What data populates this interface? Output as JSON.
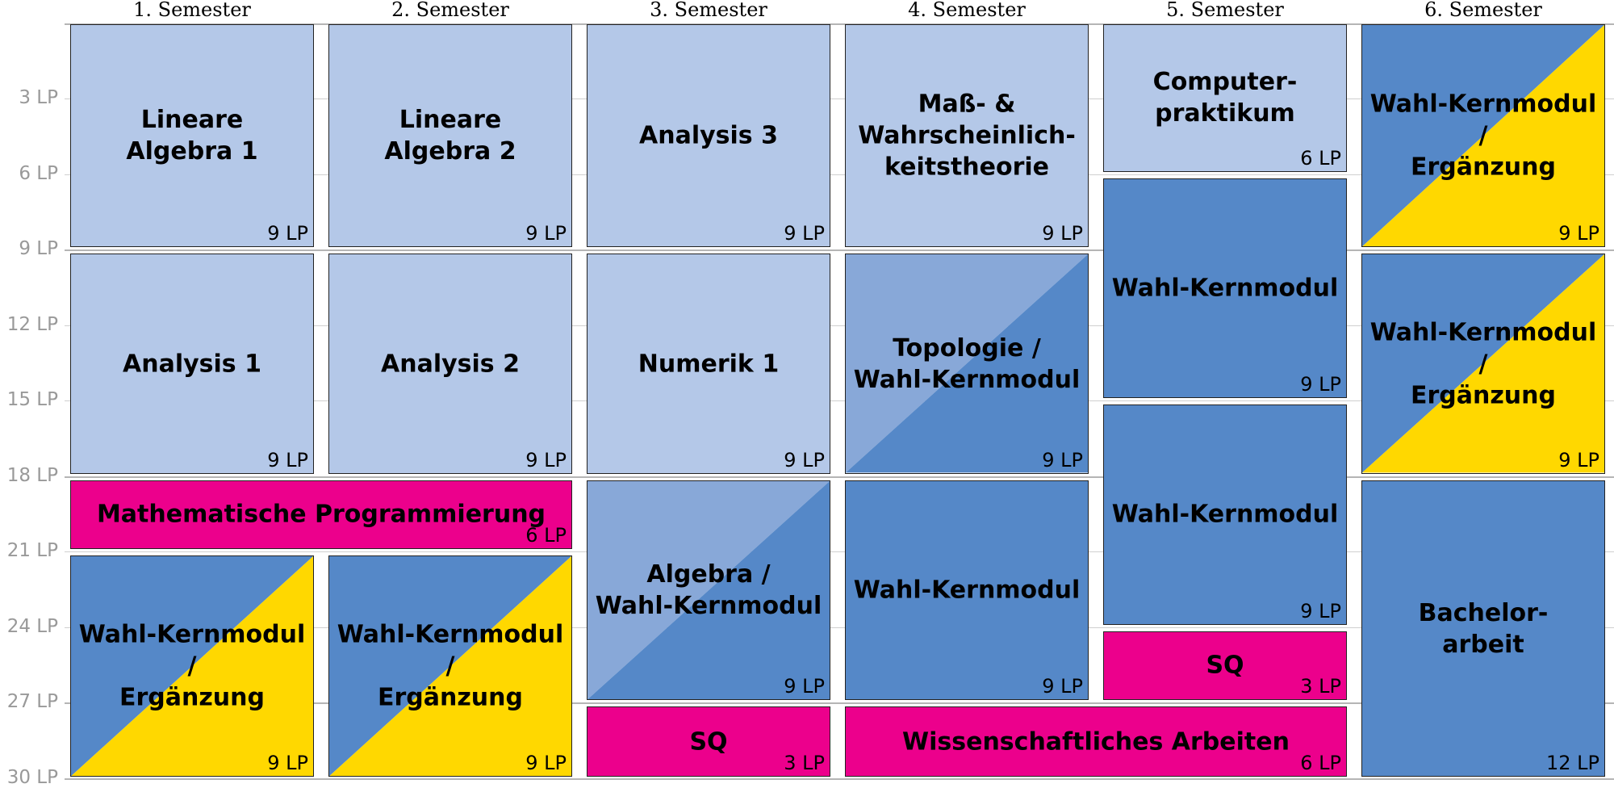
{
  "semesters": [
    "1. Semester",
    "2. Semester",
    "3. Semester",
    "4. Semester",
    "5. Semester",
    "6. Semester"
  ],
  "axis": [
    "3 LP",
    "6 LP",
    "9 LP",
    "12 LP",
    "15 LP",
    "18 LP",
    "21 LP",
    "24 LP",
    "27 LP",
    "30 LP"
  ],
  "colors": {
    "core": "#b4c8e8",
    "wahl": "#5588c8",
    "wahl_light": "#88a8d8",
    "ergaenzung": "#ffd800",
    "sq": "#ec008c"
  },
  "modules": [
    {
      "sem": 1,
      "span": 1,
      "start": 0,
      "lp": 9,
      "style": "core",
      "title": [
        "Lineare",
        "Algebra 1"
      ],
      "lp_label": "9 LP"
    },
    {
      "sem": 1,
      "span": 1,
      "start": 9,
      "lp": 9,
      "style": "core",
      "title": [
        "Analysis 1"
      ],
      "lp_label": "9 LP"
    },
    {
      "sem": 1,
      "span": 2,
      "start": 18,
      "lp": 3,
      "style": "sq",
      "title": [
        "Mathematische Programmierung"
      ],
      "lp_label": "6 LP"
    },
    {
      "sem": 1,
      "span": 1,
      "start": 21,
      "lp": 9,
      "style": "wahl-erg",
      "title": [
        "Wahl-Kernmodul /",
        "Ergänzung"
      ],
      "lp_label": "9 LP"
    },
    {
      "sem": 2,
      "span": 1,
      "start": 0,
      "lp": 9,
      "style": "core",
      "title": [
        "Lineare",
        "Algebra 2"
      ],
      "lp_label": "9 LP"
    },
    {
      "sem": 2,
      "span": 1,
      "start": 9,
      "lp": 9,
      "style": "core",
      "title": [
        "Analysis 2"
      ],
      "lp_label": "9 LP"
    },
    {
      "sem": 2,
      "span": 1,
      "start": 21,
      "lp": 9,
      "style": "wahl-erg",
      "title": [
        "Wahl-Kernmodul /",
        "Ergänzung"
      ],
      "lp_label": "9 LP"
    },
    {
      "sem": 3,
      "span": 1,
      "start": 0,
      "lp": 9,
      "style": "core",
      "title": [
        "Analysis 3"
      ],
      "lp_label": "9 LP"
    },
    {
      "sem": 3,
      "span": 1,
      "start": 9,
      "lp": 9,
      "style": "core",
      "title": [
        "Numerik 1"
      ],
      "lp_label": "9 LP"
    },
    {
      "sem": 3,
      "span": 1,
      "start": 18,
      "lp": 9,
      "style": "wahl-light",
      "title": [
        "Algebra /",
        "Wahl-Kernmodul"
      ],
      "lp_label": "9 LP"
    },
    {
      "sem": 3,
      "span": 1,
      "start": 27,
      "lp": 3,
      "style": "sq",
      "title": [
        "SQ"
      ],
      "lp_label": "3 LP"
    },
    {
      "sem": 4,
      "span": 1,
      "start": 0,
      "lp": 9,
      "style": "core",
      "title": [
        "Maß- &",
        "Wahrscheinlich-",
        "keitstheorie"
      ],
      "lp_label": "9 LP"
    },
    {
      "sem": 4,
      "span": 1,
      "start": 9,
      "lp": 9,
      "style": "wahl-light",
      "title": [
        "Topologie /",
        "Wahl-Kernmodul"
      ],
      "lp_label": "9 LP"
    },
    {
      "sem": 4,
      "span": 1,
      "start": 18,
      "lp": 9,
      "style": "wahl",
      "title": [
        "Wahl-Kernmodul"
      ],
      "lp_label": "9 LP"
    },
    {
      "sem": 4,
      "span": 2,
      "start": 27,
      "lp": 3,
      "style": "sq",
      "title": [
        "Wissenschaftliches Arbeiten"
      ],
      "lp_label": "6 LP"
    },
    {
      "sem": 5,
      "span": 1,
      "start": 0,
      "lp": 6,
      "style": "core",
      "title": [
        "Computer-",
        "praktikum"
      ],
      "lp_label": "6 LP"
    },
    {
      "sem": 5,
      "span": 1,
      "start": 6,
      "lp": 9,
      "style": "wahl",
      "title": [
        "Wahl-Kernmodul"
      ],
      "lp_label": "9 LP"
    },
    {
      "sem": 5,
      "span": 1,
      "start": 15,
      "lp": 9,
      "style": "wahl",
      "title": [
        "Wahl-Kernmodul"
      ],
      "lp_label": "9 LP"
    },
    {
      "sem": 5,
      "span": 1,
      "start": 24,
      "lp": 3,
      "style": "sq",
      "title": [
        "SQ"
      ],
      "lp_label": "3 LP"
    },
    {
      "sem": 6,
      "span": 1,
      "start": 0,
      "lp": 9,
      "style": "wahl-erg",
      "title": [
        "Wahl-Kernmodul /",
        "Ergänzung"
      ],
      "lp_label": "9 LP"
    },
    {
      "sem": 6,
      "span": 1,
      "start": 9,
      "lp": 9,
      "style": "wahl-erg",
      "title": [
        "Wahl-Kernmodul /",
        "Ergänzung"
      ],
      "lp_label": "9 LP"
    },
    {
      "sem": 6,
      "span": 1,
      "start": 18,
      "lp": 12,
      "style": "wahl",
      "title": [
        "Bachelor-",
        "arbeit"
      ],
      "lp_label": "12 LP"
    }
  ]
}
